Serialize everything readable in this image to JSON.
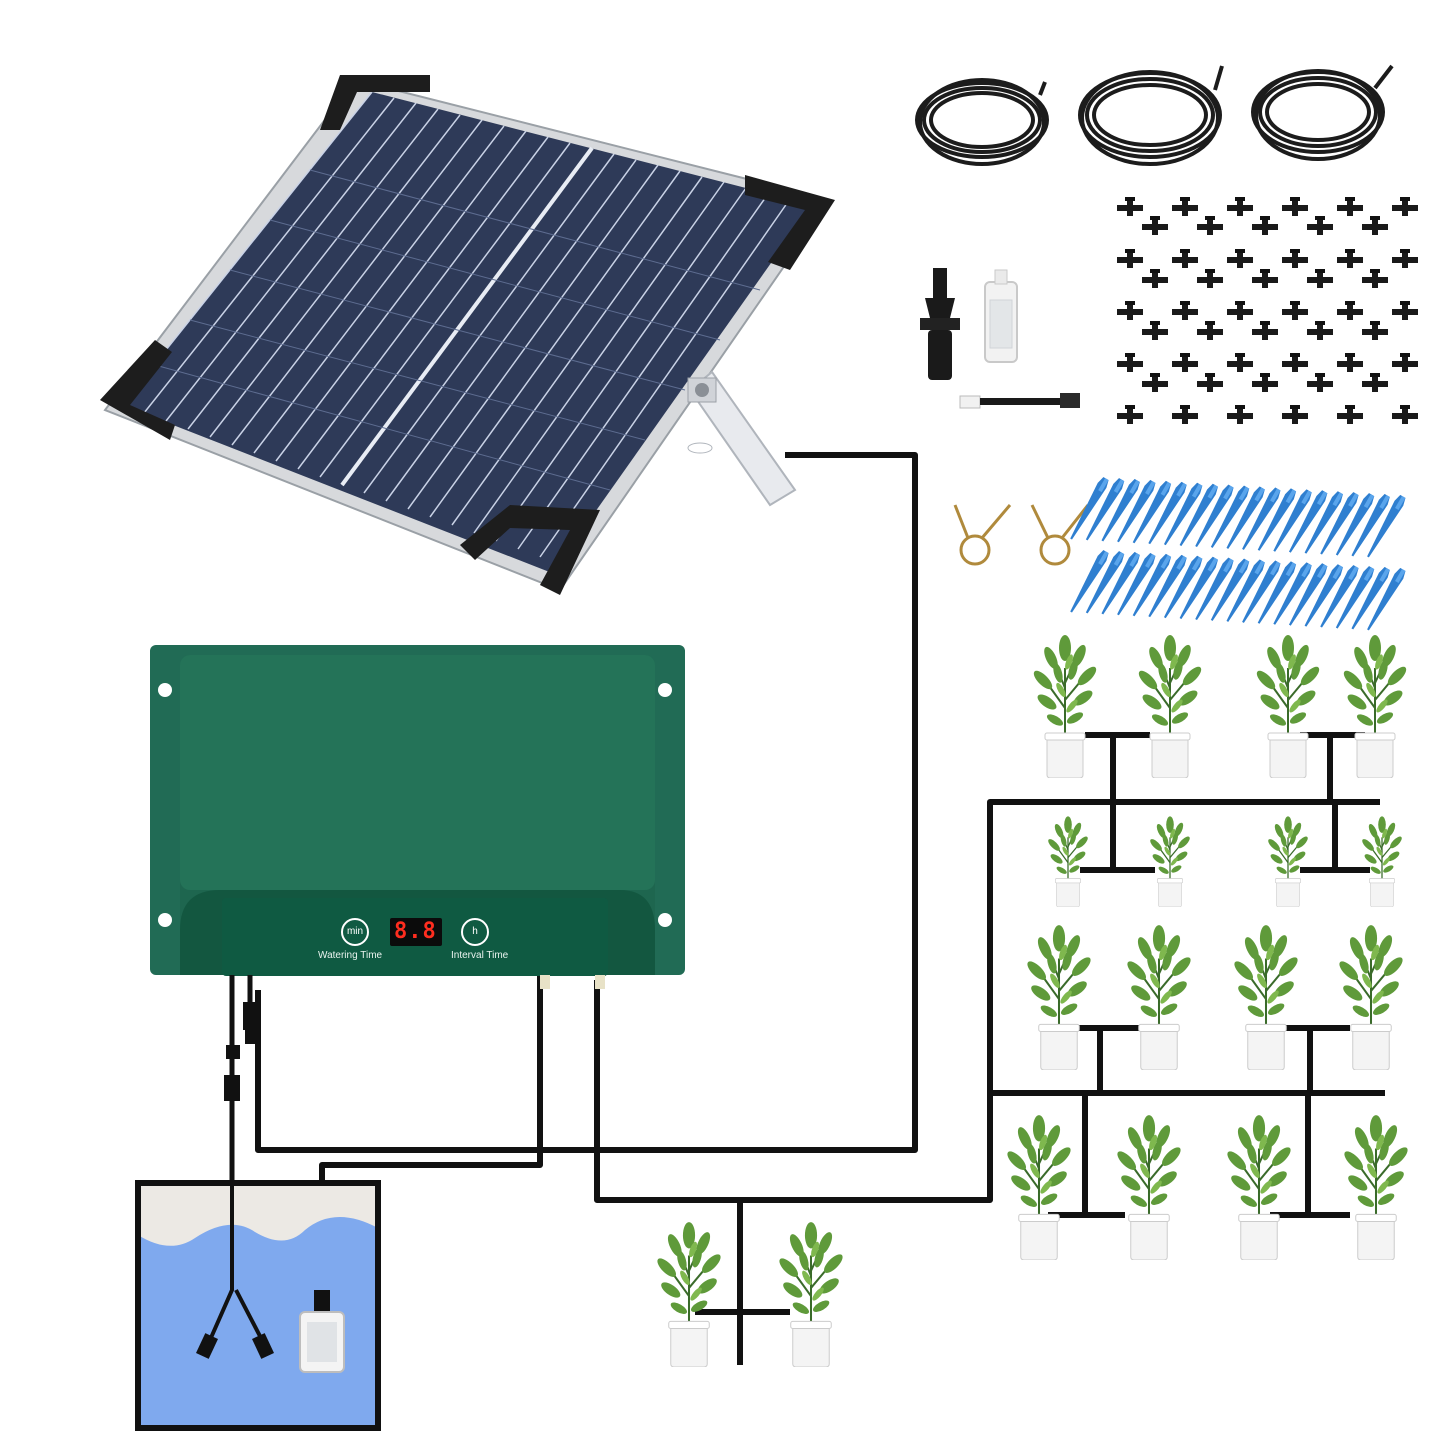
{
  "controller": {
    "display_value": "8.8",
    "min_button_label": "min",
    "h_button_label": "h",
    "watering_time_label": "Watering Time",
    "interval_time_label": "Interval Time",
    "body_color": "#1f6b55",
    "display_color": "#ff2d1f"
  },
  "kit": {
    "tubing_coils": 3,
    "clamps": 2,
    "stake_rows": 2
  },
  "icons": [
    "solar-panel-icon",
    "tubing-coil-icon",
    "connector-icon",
    "filter-icon",
    "dripper-icon",
    "clamp-icon",
    "stake-icon",
    "potted-plant-icon",
    "water-tank-icon",
    "pump-filter-icon"
  ]
}
